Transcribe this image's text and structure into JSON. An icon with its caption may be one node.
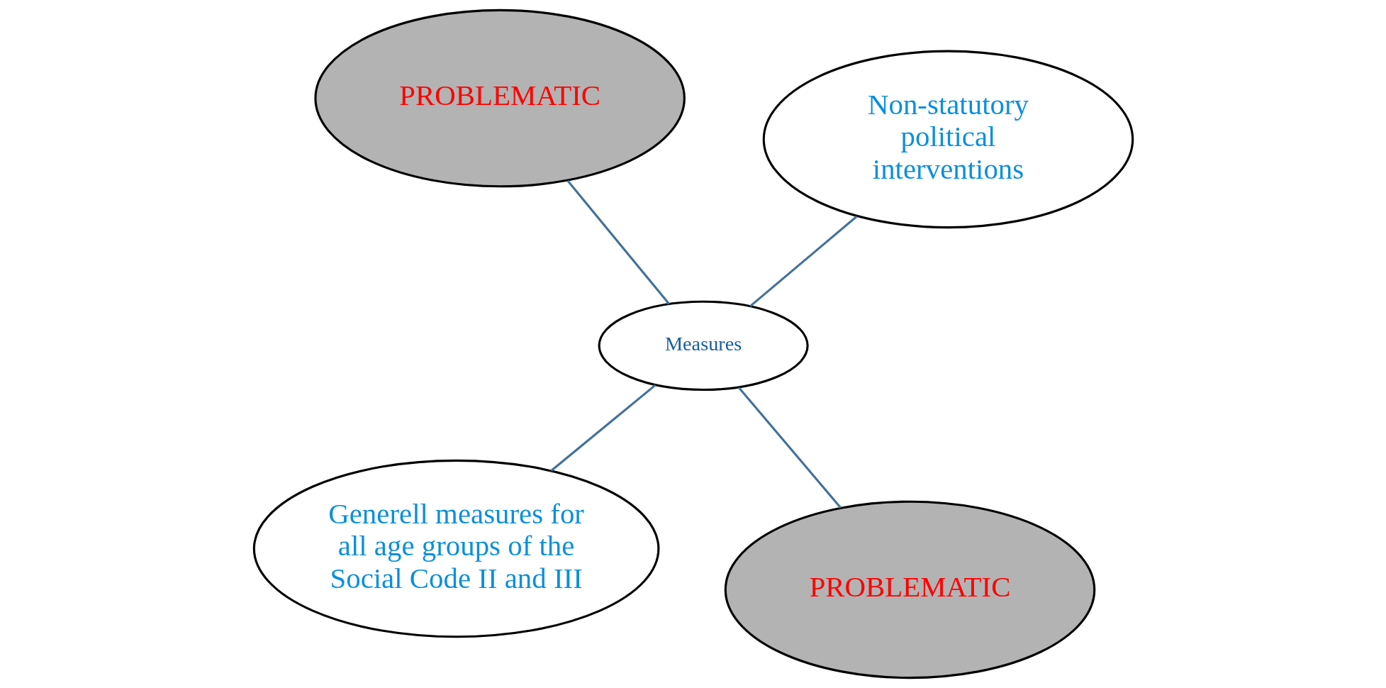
{
  "diagram": {
    "nodes": [
      {
        "text": [
          "Generell measures for all age groups of the Social Code II and III"
        ]
      },
      {
        "text": [
          "PROBLEMATIC"
        ]
      },
      {
        "text": [
          "Measures"
        ]
      },
      {
        "text": [
          "PROBLEMATIC"
        ]
      },
      {
        "text": [
          "Non-statutory political interventions"
        ]
      }
    ],
    "edges": [
      {
        "from": 2,
        "to": 0,
        "arrow": "none"
      },
      {
        "from": 2,
        "to": 1,
        "arrow": "none"
      },
      {
        "from": 2,
        "to": 3,
        "arrow": "none"
      },
      {
        "from": 2,
        "to": 4,
        "arrow": "none"
      }
    ]
  }
}
